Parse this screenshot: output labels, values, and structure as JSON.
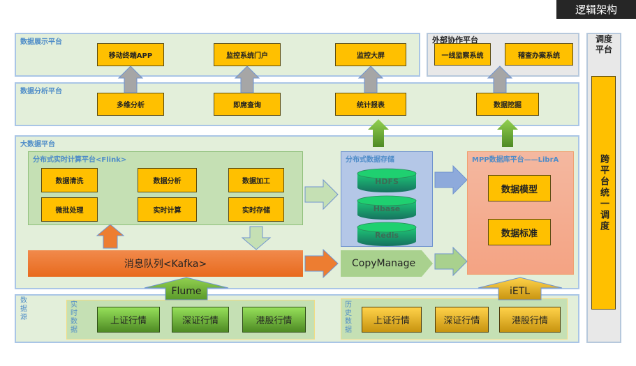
{
  "header": {
    "title": "逻辑架构"
  },
  "display_platform": {
    "label": "数据展示平台",
    "items": [
      "移动终端APP",
      "监控系统门户",
      "监控大屏"
    ]
  },
  "external_platform": {
    "label": "外部协作平台",
    "items": [
      "一线监察系统",
      "稽查办案系统"
    ]
  },
  "schedule_platform": {
    "label_line1": "调度",
    "label_line2": "平台",
    "box": "跨平台统一调度"
  },
  "analysis_platform": {
    "label": "数据分析平台",
    "items": [
      "多维分析",
      "即席查询",
      "统计报表",
      "数据挖掘"
    ]
  },
  "bigdata_platform": {
    "label": "大数据平台",
    "flink": {
      "label": "分布式实时计算平台<Flink>",
      "items": [
        "数据清洗",
        "数据分析",
        "数据加工",
        "微批处理",
        "实时计算",
        "实时存储"
      ]
    },
    "storage": {
      "label": "分布式数据存储",
      "items": [
        "HDFS",
        "Hbase",
        "Redis"
      ]
    },
    "mpp": {
      "label": "MPP数据库平台——LibrA",
      "items": [
        "数据模型",
        "数据标准"
      ]
    },
    "kafka": "消息队列<Kafka>",
    "copymanage": "CopyManage"
  },
  "data_source": {
    "label": "数据源",
    "realtime": {
      "label": "实时数据",
      "connector": "Flume",
      "items": [
        "上证行情",
        "深证行情",
        "港股行情"
      ]
    },
    "history": {
      "label": "历史数据",
      "connector": "iETL",
      "items": [
        "上证行情",
        "深证行情",
        "港股行情"
      ]
    }
  }
}
